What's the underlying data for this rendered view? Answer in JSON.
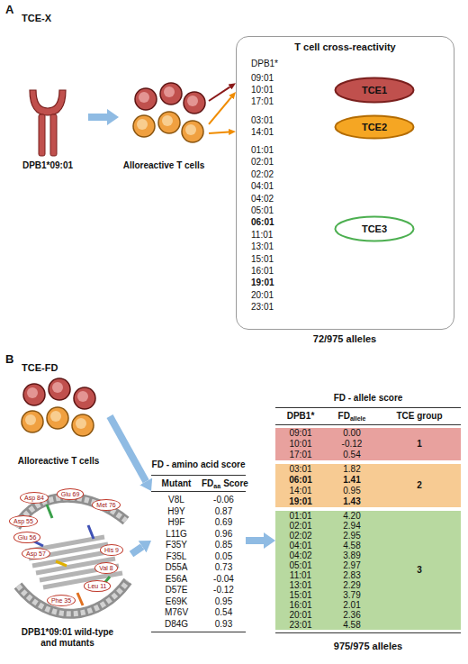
{
  "diagram": {
    "nodes": [
      {
        "text": [
          "DPB1*09:01"
        ]
      },
      {
        "text": [
          "Alloreactive T cells"
        ]
      },
      {
        "text": [
          "T cell cross-reactivity",
          "DPB1*",
          "09:01",
          "10:01",
          "17:01",
          "03:01",
          "14:01",
          "01:01",
          "02:01",
          "02:02",
          "04:01",
          "04:02",
          "05:01",
          "06:01",
          "11:01",
          "13:01",
          "15:01",
          "16:01",
          "19:01",
          "20:01",
          "23:01"
        ]
      },
      {
        "text": [
          "TCE1"
        ],
        "in": 2
      },
      {
        "text": [
          "TCE2"
        ],
        "in": 2
      },
      {
        "text": [
          "TCE3"
        ],
        "in": 2
      },
      {
        "text": [
          "Alloreactive T cells"
        ]
      },
      {
        "text": [
          "DPB1*09:01 wild-type and mutants"
        ]
      },
      {
        "text": [
          "FD - amino acid score",
          "Mutant",
          "FD",
          "aa",
          "Score",
          "V8L",
          "-0.06",
          "H9Y",
          "0.87",
          "H9F",
          "0.69",
          "L11G",
          "0.96",
          "F35Y",
          "0.85",
          "F35L",
          "0.05",
          "D55A",
          "0.73",
          "E56A",
          "-0.04",
          "D57E",
          "-0.12",
          "E69K",
          "0.95",
          "M76V",
          "0.54",
          "D84G",
          "0.93"
        ]
      },
      {
        "text": [
          "FD - allele score",
          "DPB1*",
          "FD",
          "allele",
          "TCE group",
          "09:01",
          "0.00",
          "10:01",
          "-0.12",
          "17:01",
          "0.54",
          "1",
          "03:01",
          "1.82",
          "06:01",
          "1.41",
          "14:01",
          "0.95",
          "19:01",
          "1.43",
          "2",
          "01:01",
          "4.20",
          "02:01",
          "2.94",
          "02:02",
          "2.95",
          "04:01",
          "4.58",
          "04:02",
          "3.89",
          "05:01",
          "2.97",
          "11:01",
          "2.83",
          "13:01",
          "2.29",
          "15:01",
          "3.79",
          "16:01",
          "2.01",
          "20:01",
          "2.36",
          "23:01",
          "4.58",
          "3"
        ]
      }
    ],
    "edges": [
      {
        "from": 0,
        "to": 1,
        "arrow": "to"
      },
      {
        "from": 1,
        "to": 2,
        "arrow": "to"
      },
      {
        "from": 1,
        "to": 2,
        "arrow": "to"
      },
      {
        "from": 1,
        "to": 2,
        "arrow": "to"
      },
      {
        "from": 6,
        "to": 8,
        "arrow": "to"
      },
      {
        "from": 7,
        "to": 8,
        "arrow": "to"
      },
      {
        "from": 8,
        "to": 9,
        "arrow": "to"
      }
    ],
    "labels": [
      "A",
      "TCE-X",
      "72/975 alleles",
      "B",
      "TCE-FD",
      "Asp 84",
      "Glu 69",
      "Met 76",
      "Asp 55",
      "Glu 56",
      "Asp 57",
      "His 9",
      "Val 8",
      "Leu 11",
      "Phe 35",
      "975/975 alleles"
    ]
  }
}
